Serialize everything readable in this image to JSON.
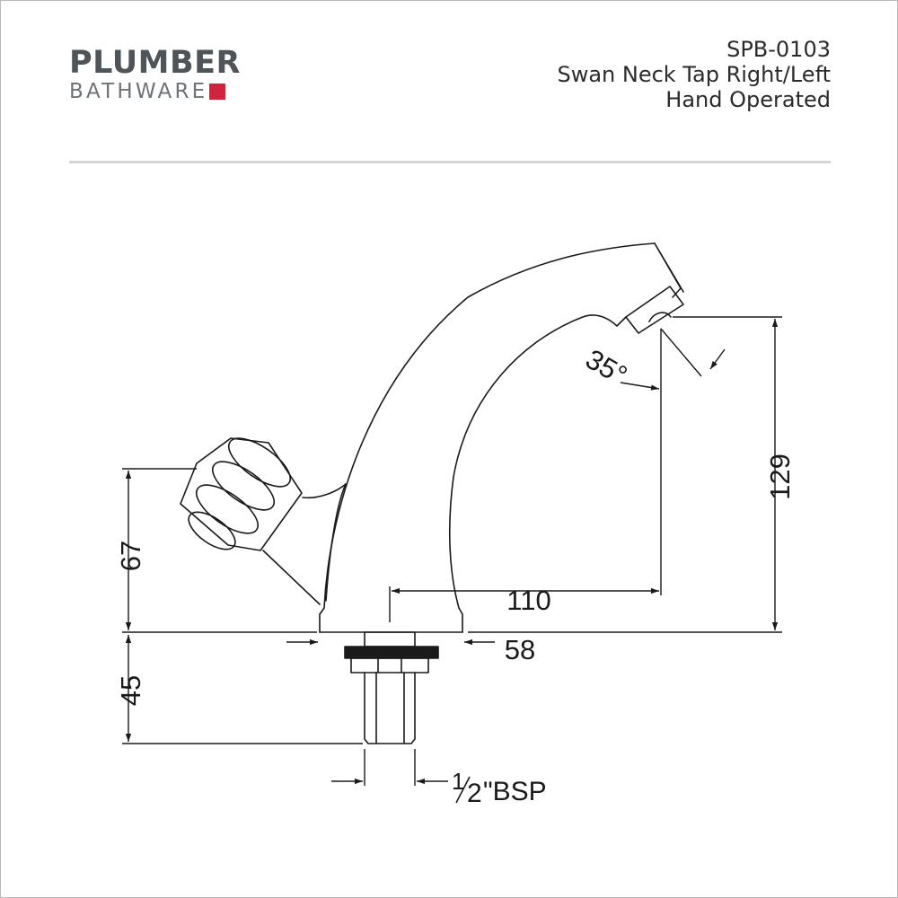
{
  "logo": {
    "line1": "PLUMBER",
    "line2": "BATHWARE",
    "accent_color": "#d2233c"
  },
  "product": {
    "code": "SPB-0103",
    "name": "Swan Neck Tap Right/Left",
    "operation": "Hand Operated"
  },
  "dimensions": {
    "height_spout": "129",
    "reach": "110",
    "base_width": "58",
    "handle_height": "67",
    "shank_length": "45",
    "angle": "35°",
    "thread_fraction_num": "1",
    "thread_fraction_den": "2",
    "thread_suffix": "\"BSP"
  }
}
